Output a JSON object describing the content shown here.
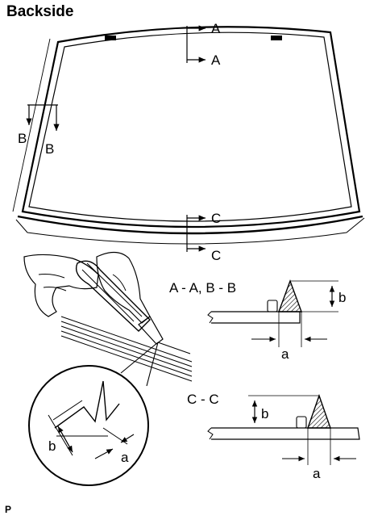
{
  "title": "Backside",
  "figure_code": "P",
  "section_labels": {
    "a_top": "A",
    "a_bottom": "A",
    "b_left": "B",
    "b_right": "B",
    "c_top": "C",
    "c_bottom": "C"
  },
  "sections": {
    "ab_title": "A - A, B - B",
    "ab_dim_a": "a",
    "ab_dim_b": "b",
    "cc_title": "C - C",
    "cc_dim_a": "a",
    "cc_dim_b": "b"
  },
  "detail": {
    "dim_a": "a",
    "dim_b": "b"
  },
  "colors": {
    "line": "#000000",
    "background": "#ffffff"
  }
}
